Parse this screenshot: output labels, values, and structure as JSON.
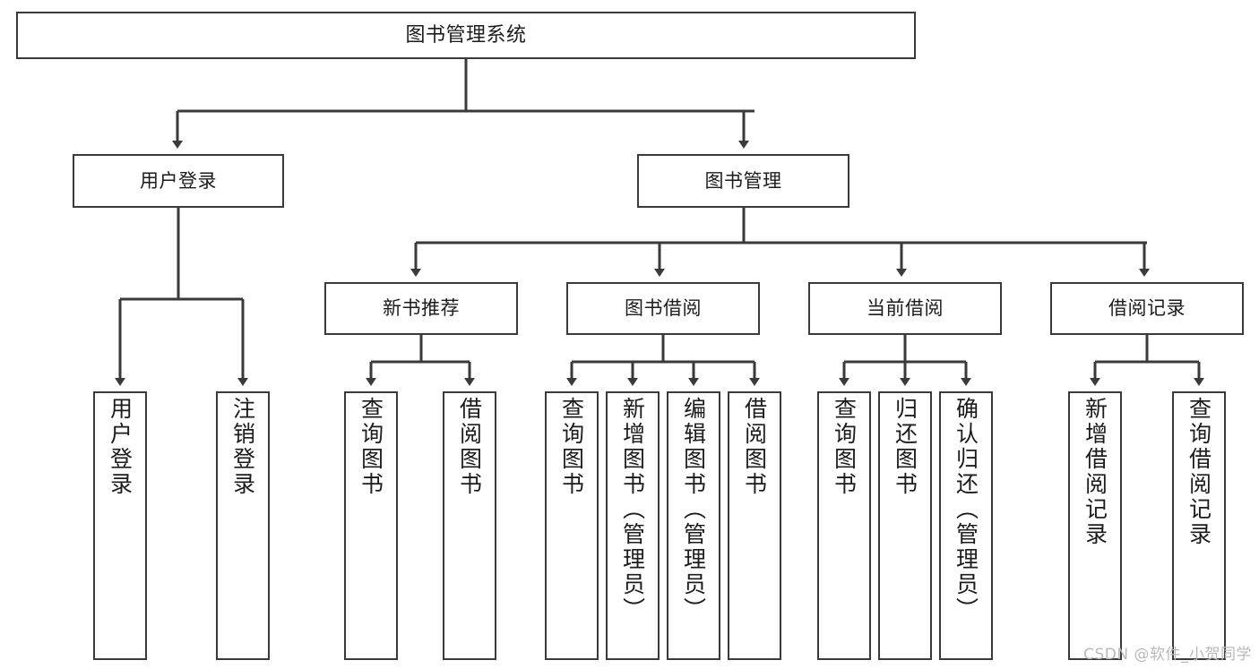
{
  "diagram": {
    "type": "tree-hierarchy-chart",
    "title": "图书管理系统",
    "watermark": "CSDN @软件_小贺同学",
    "colors": {
      "box_border": "#3a3a3a",
      "box_fill": "#ffffff",
      "edge": "#3a3a3a",
      "text": "#1c1c1c",
      "watermark": "#b9b9b9",
      "background": "#ffffff"
    },
    "levels": {
      "root": {
        "label": "图书管理系统"
      },
      "level2": [
        {
          "id": "user-login",
          "label": "用户登录"
        },
        {
          "id": "book-management",
          "label": "图书管理"
        }
      ],
      "level3": [
        {
          "id": "new-book-recommend",
          "label": "新书推荐",
          "parent": "book-management"
        },
        {
          "id": "book-borrow",
          "label": "图书借阅",
          "parent": "book-management"
        },
        {
          "id": "current-borrow",
          "label": "当前借阅",
          "parent": "book-management"
        },
        {
          "id": "borrow-record",
          "label": "借阅记录",
          "parent": "book-management"
        }
      ],
      "leaves": [
        {
          "id": "leaf-user-login",
          "label": "用户登录",
          "parent": "user-login"
        },
        {
          "id": "leaf-logout",
          "label": "注销登录",
          "parent": "user-login"
        },
        {
          "id": "leaf-query-book-1",
          "label": "查询图书",
          "parent": "new-book-recommend"
        },
        {
          "id": "leaf-borrow-book-1",
          "label": "借阅图书",
          "parent": "new-book-recommend"
        },
        {
          "id": "leaf-query-book-2",
          "label": "查询图书",
          "parent": "book-borrow"
        },
        {
          "id": "leaf-add-book",
          "label": "新增图书（管理员）",
          "parent": "book-borrow"
        },
        {
          "id": "leaf-edit-book",
          "label": "编辑图书（管理员）",
          "parent": "book-borrow"
        },
        {
          "id": "leaf-borrow-book-2",
          "label": "借阅图书",
          "parent": "book-borrow"
        },
        {
          "id": "leaf-query-book-3",
          "label": "查询图书",
          "parent": "current-borrow"
        },
        {
          "id": "leaf-return-book",
          "label": "归还图书",
          "parent": "current-borrow"
        },
        {
          "id": "leaf-confirm-return",
          "label": "确认归还（管理员）",
          "parent": "current-borrow"
        },
        {
          "id": "leaf-add-record",
          "label": "新增借阅记录",
          "parent": "borrow-record"
        },
        {
          "id": "leaf-query-record",
          "label": "查询借阅记录",
          "parent": "borrow-record"
        }
      ]
    }
  }
}
